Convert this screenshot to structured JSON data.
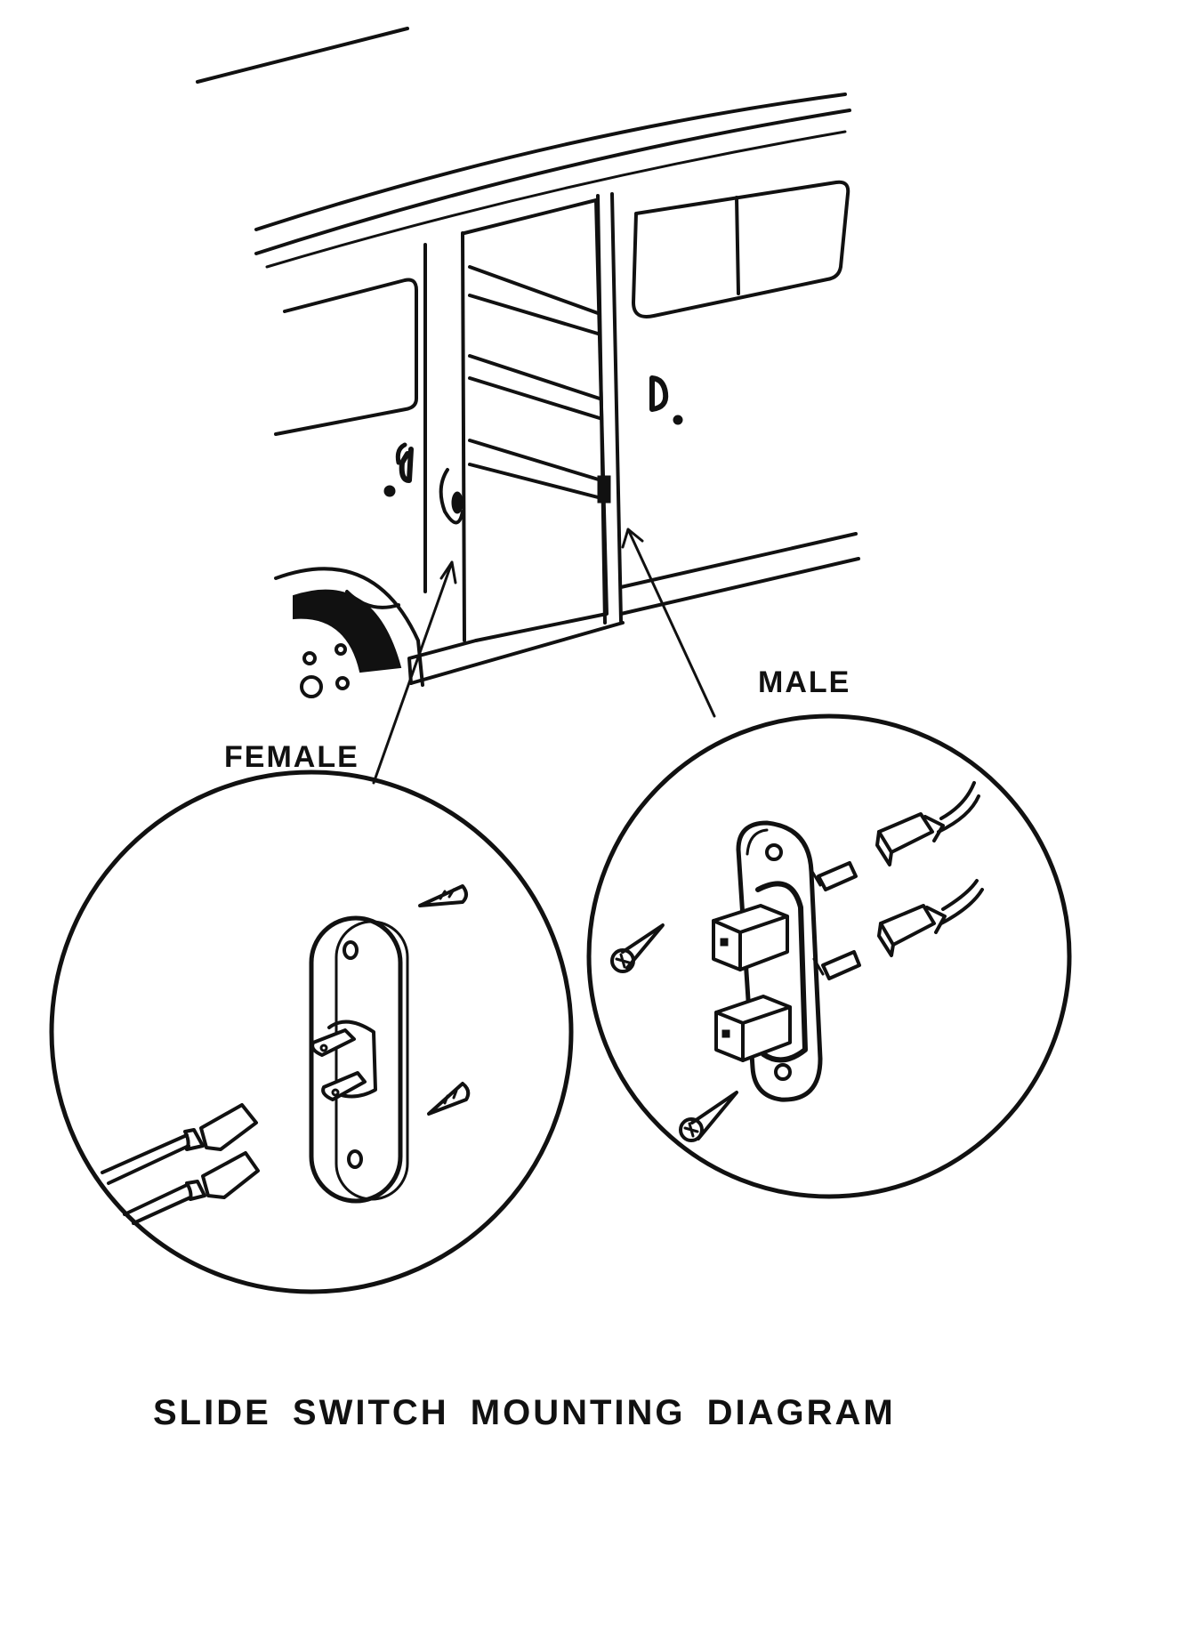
{
  "labels": {
    "female": "FEMALE",
    "male": "MALE"
  },
  "caption": "SLIDE SWITCH MOUNTING DIAGRAM",
  "colors": {
    "ink": "#111111",
    "paper": "#ffffff"
  }
}
